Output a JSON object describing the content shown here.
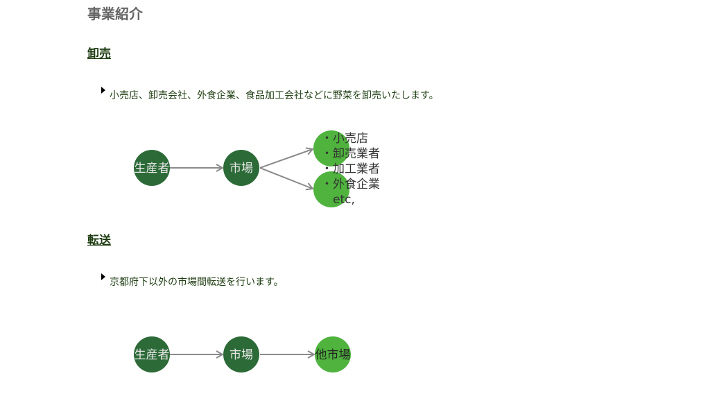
{
  "title": "事業紹介",
  "sections": [
    {
      "heading": "卸売",
      "description": "小売店、卸売会社、外食企業、食品加工会社などに野菜を卸売いたします。",
      "diagram": {
        "nodes": [
          "生産者",
          "市場"
        ],
        "targets_list": [
          "・小売店",
          "・卸売業者",
          "・加工業者",
          "・外食企業",
          "etc,"
        ]
      }
    },
    {
      "heading": "転送",
      "description": "京都府下以外の市場間転送を行います。",
      "diagram": {
        "nodes": [
          "生産者",
          "市場",
          "他市場"
        ]
      }
    }
  ],
  "colors": {
    "dark_node": "#2c6a37",
    "light_node": "#4fb33e",
    "arrow": "#8a8a8a",
    "heading": "#1f3d12"
  }
}
